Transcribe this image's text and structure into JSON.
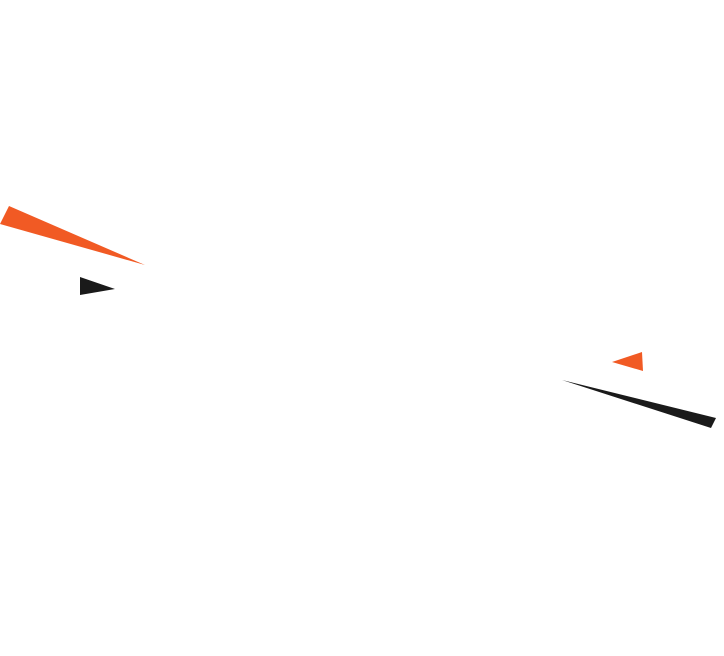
{
  "colors": {
    "background": "#ffffff",
    "accent": "#f15a24",
    "dark": "#1a1a1a"
  },
  "shapes": [
    {
      "name": "orange-shard-left",
      "color": "accent"
    },
    {
      "name": "black-shard-left",
      "color": "dark"
    },
    {
      "name": "orange-shard-right",
      "color": "accent"
    },
    {
      "name": "black-shard-right",
      "color": "dark"
    }
  ]
}
